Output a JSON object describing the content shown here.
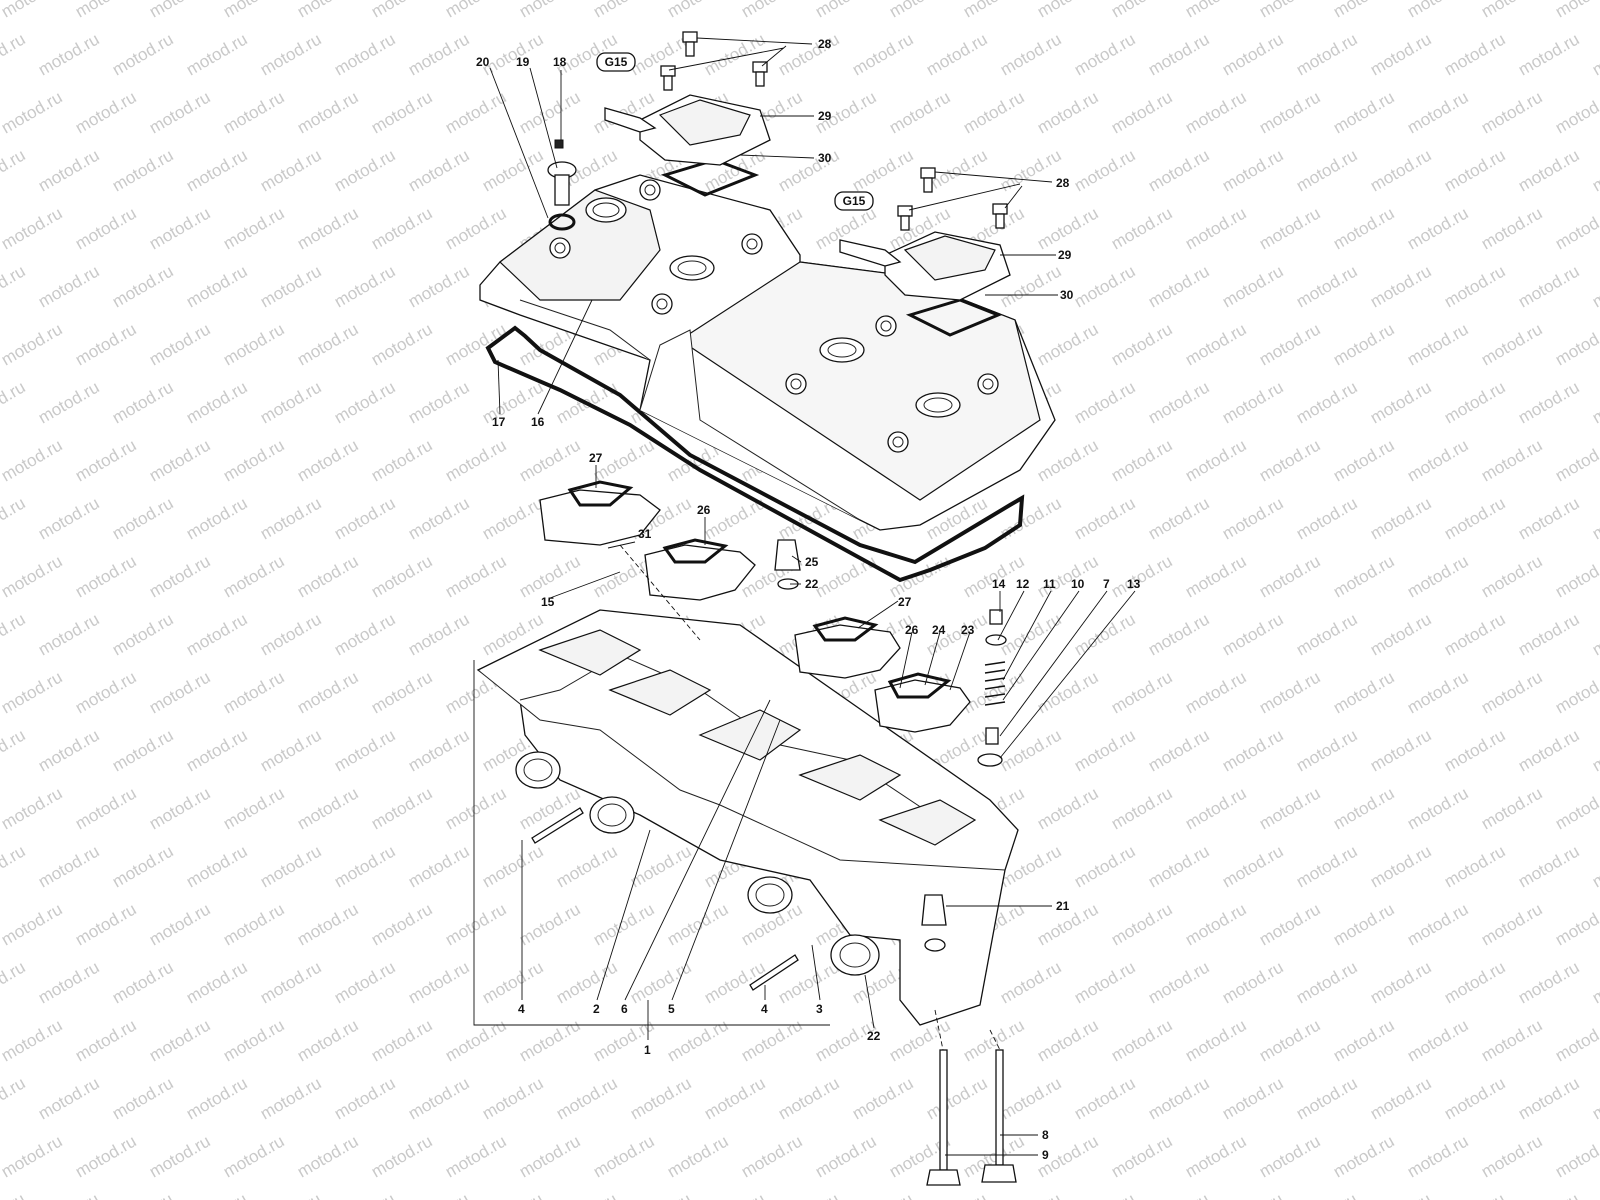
{
  "watermark": {
    "text": "motod.ru",
    "color": "#c9c9c9"
  },
  "diagram": {
    "tags": [
      {
        "id": "tag-g15-a",
        "text": "G15"
      },
      {
        "id": "tag-g15-b",
        "text": "G15"
      }
    ],
    "callouts": [
      {
        "id": "c28a",
        "text": "28"
      },
      {
        "id": "c29a",
        "text": "29"
      },
      {
        "id": "c30a",
        "text": "30"
      },
      {
        "id": "c20",
        "text": "20"
      },
      {
        "id": "c19",
        "text": "19"
      },
      {
        "id": "c18",
        "text": "18"
      },
      {
        "id": "c28b",
        "text": "28"
      },
      {
        "id": "c29b",
        "text": "29"
      },
      {
        "id": "c30b",
        "text": "30"
      },
      {
        "id": "c17",
        "text": "17"
      },
      {
        "id": "c16",
        "text": "16"
      },
      {
        "id": "c27a",
        "text": "27"
      },
      {
        "id": "c26a",
        "text": "26"
      },
      {
        "id": "c31",
        "text": "31"
      },
      {
        "id": "c25",
        "text": "25"
      },
      {
        "id": "c22a",
        "text": "22"
      },
      {
        "id": "c15",
        "text": "15"
      },
      {
        "id": "c27b",
        "text": "27"
      },
      {
        "id": "c26b",
        "text": "26"
      },
      {
        "id": "c24",
        "text": "24"
      },
      {
        "id": "c23",
        "text": "23"
      },
      {
        "id": "c14",
        "text": "14"
      },
      {
        "id": "c12",
        "text": "12"
      },
      {
        "id": "c11",
        "text": "11"
      },
      {
        "id": "c10",
        "text": "10"
      },
      {
        "id": "c7",
        "text": "7"
      },
      {
        "id": "c13",
        "text": "13"
      },
      {
        "id": "c21",
        "text": "21"
      },
      {
        "id": "c4a",
        "text": "4"
      },
      {
        "id": "c2",
        "text": "2"
      },
      {
        "id": "c6",
        "text": "6"
      },
      {
        "id": "c5",
        "text": "5"
      },
      {
        "id": "c4b",
        "text": "4"
      },
      {
        "id": "c3",
        "text": "3"
      },
      {
        "id": "c1",
        "text": "1"
      },
      {
        "id": "c22b",
        "text": "22"
      },
      {
        "id": "c8",
        "text": "8"
      },
      {
        "id": "c9",
        "text": "9"
      }
    ]
  }
}
